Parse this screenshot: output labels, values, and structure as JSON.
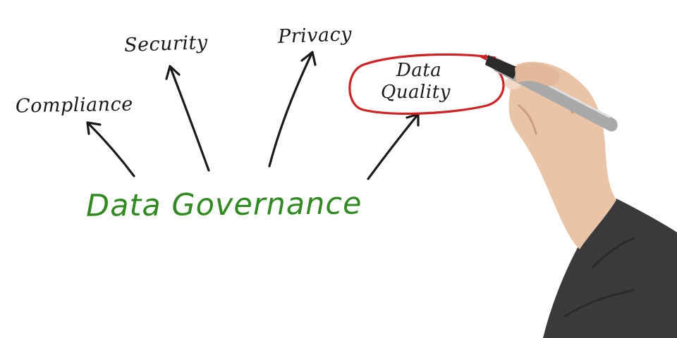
{
  "diagram": {
    "central_label": "Data Governance",
    "branches": [
      {
        "label": "Compliance"
      },
      {
        "label": "Security"
      },
      {
        "label": "Privacy"
      },
      {
        "label_line1": "Data",
        "label_line2": "Quality",
        "highlighted": true
      }
    ]
  },
  "colors": {
    "ink": "#1a1a1a",
    "central": "#2e8b1e",
    "highlight": "#d42020",
    "skin": "#e9c4a7",
    "sleeve": "#3a3a3c",
    "pen": "#a9a9a9"
  },
  "objects": [
    "hand-holding-marker",
    "red-highlight-ellipse",
    "arrows"
  ]
}
